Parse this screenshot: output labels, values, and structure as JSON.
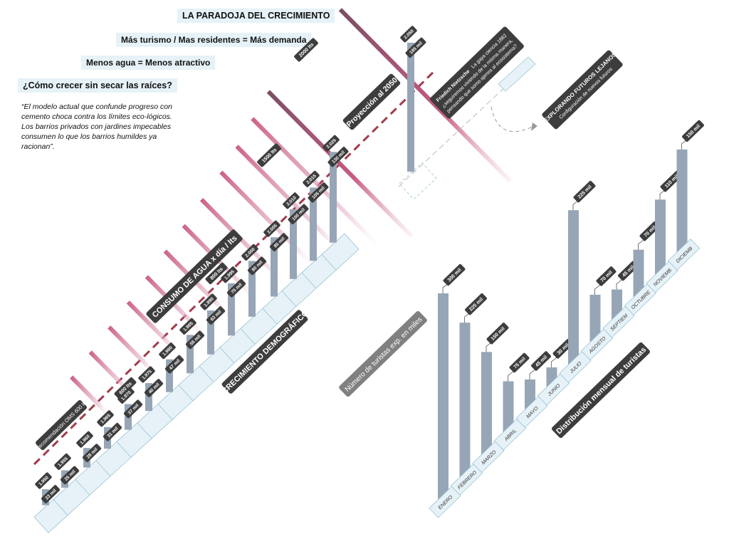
{
  "header": {
    "title": "LA PARADOJA DEL CRECIMIENTO",
    "line1": "Más turismo / Mas residentes = Más demanda",
    "line2": "Menos agua = Menos atractivo",
    "question": "¿Cómo crecer sin secar las raíces?",
    "quote": "“El modelo actual que confunde progreso con cemento choca contra los límites eco-lógicos. Los barrios privados con jardines impecables consumen lo que los barrios humildes ya racionan”."
  },
  "colors": {
    "bar": "#97a6b6",
    "dark_label": "#3d3d3d",
    "axis_fill": "#e6f2f8",
    "axis_stroke": "#9bc4d4",
    "water": "#c95a84",
    "water_light": "#e3b3c6",
    "water_dark": "#7a5064",
    "oms_line": "#a33a4c"
  },
  "labels": {
    "consumo": "CONSUMO DE AGUA x día / lts",
    "crecimiento": "CRECIMIENTO DEMOGRÁFICO",
    "proyeccion": "Proyección al 2050",
    "oms": "Recomendación OMS 600 lts",
    "num_turistas": "Número de turistas exp. en miles",
    "distribucion": "Distribución mensual de turistas",
    "nietzsche_name": "Friedich Nietzsche",
    "nietzsche_l1": "La gaya ciencia 1882",
    "nietzsche_l2": "¿seguiremos viviendo de la misma manera,",
    "nietzsche_l3": "pensando que somo ajenos al ecosistema?",
    "futuros_title": "EXPLORANDO FUTUROS LEJANOS",
    "futuros_sub": "Configuración de nuevos futuros"
  },
  "chart_data": [
    {
      "type": "bar",
      "title": "CRECIMIENTO DEMOGRÁFICO",
      "x": [
        1950,
        1955,
        1960,
        1965,
        1970,
        1975,
        1980,
        1985,
        1990,
        1995,
        2000,
        2005,
        2010,
        2015,
        2025,
        2050
      ],
      "year_labels": [
        "1.950",
        "1.955",
        "1.960",
        "1.965",
        "1.970",
        "1.975",
        "1.980",
        "1.985",
        "1.990",
        "1.995",
        "2.000",
        "2.005",
        "2.010",
        "2.015",
        "2.025",
        "2.050"
      ],
      "values": [
        23,
        25,
        28,
        31,
        37,
        40,
        47,
        55,
        63,
        75,
        80,
        85,
        100,
        105,
        130,
        185
      ],
      "value_labels": [
        "23 mil",
        "25 mil",
        "28 mil",
        "31 mil",
        "37 mil",
        "40 mil",
        "47 mil",
        "55 mil",
        "63 mil",
        "75 mil",
        "80 mil",
        "85 mil",
        "100 mil",
        "105 mil",
        "130 mil",
        "185 mil"
      ],
      "projected_from": 2025
    },
    {
      "type": "bar",
      "title": "CONSUMO DE AGUA x día / lts",
      "annotated_values": [
        {
          "label": "600 lts",
          "series_index": 5
        },
        {
          "label": "800 lts",
          "series_index": 10
        },
        {
          "label": "1500 lts",
          "series_index": 13
        },
        {
          "label": "2000 lts",
          "series_index": 15
        }
      ],
      "reference_line": {
        "label": "Recomendación OMS 600 lts",
        "value": 600
      }
    },
    {
      "type": "bar",
      "title": "Distribución mensual de turistas",
      "ylabel": "Número de turistas exp. en miles",
      "categories": [
        "ENERO",
        "FEBRERO",
        "MARZO",
        "ABRIL",
        "MAYO",
        "JUNIO",
        "JULIO",
        "AGOSTO",
        "SEPTIEM",
        "OCTUBRE",
        "NOVIEMB",
        "DICIEMB"
      ],
      "values": [
        300,
        225,
        150,
        75,
        45,
        30,
        225,
        70,
        45,
        70,
        110,
        150
      ],
      "value_labels": [
        "300 mil",
        "225 mil",
        "150 mil",
        "75 mil",
        "45 mil",
        "30 mil",
        "225 mil",
        "70 mil",
        "45 mil",
        "70 mil",
        "110 mil",
        "150 mil"
      ]
    }
  ]
}
